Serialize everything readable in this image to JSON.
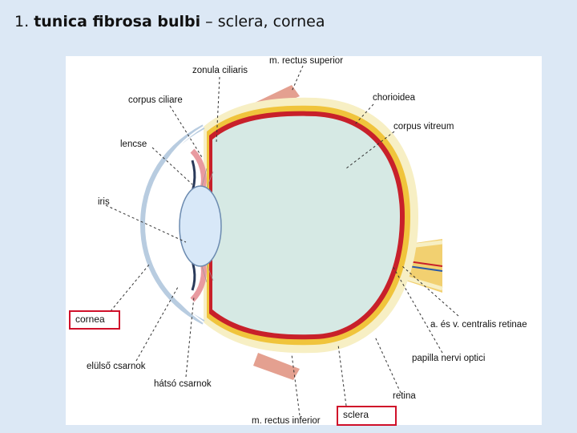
{
  "title": {
    "number": "1.",
    "bold": "tunica fibrosa bulbi",
    "rest": " – sclera, cornea"
  },
  "labels": {
    "zonula_ciliaris": "zonula ciliaris",
    "m_rectus_superior": "m. rectus superior",
    "corpus_ciliare": "corpus ciliare",
    "chorioidea": "chorioidea",
    "corpus_vitreum": "corpus vitreum",
    "lencse": "lencse",
    "iris": "iris",
    "cornea": "cornea",
    "a_v_centralis": "a. és v. centralis retinae",
    "elulso_csarnok": "elülső csarnok",
    "papilla": "papilla nervi optici",
    "hatso_csarnok": "hátsó csarnok",
    "retina": "retina",
    "m_rectus_inferior": "m. rectus inferior",
    "sclera": "sclera"
  },
  "colors": {
    "background": "#dce8f5",
    "highlight_box": "#d0102a",
    "sclera_layer": "#f7efc4",
    "choroid_layer": "#f0c43c",
    "retina_layer": "#c8202a",
    "vitreous": "#d6e9e4",
    "lens": "#d8e8f8"
  }
}
